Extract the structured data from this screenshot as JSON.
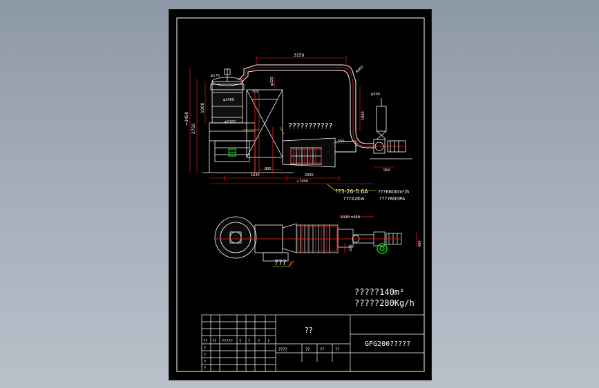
{
  "labels": {
    "dim_3150": "3150",
    "dim_3450": "≈3450",
    "dim_2750": "2750",
    "dim_1000": "1000",
    "dim_170": "φ170",
    "dim_320": "φ320",
    "dim_1400": "φ1400",
    "dim_1100": "φ1100",
    "dim_300": "φ300",
    "dim_1800": "1800",
    "dim_550": "550",
    "dim_950": "950",
    "dim_800": "800",
    "dim_1630": "1630",
    "dim_2000": "2000",
    "dim_7000": "≈7000",
    "dim_500": "500",
    "dim_radius": "R600",
    "dim_ref": "1020 ×650",
    "dim_side": "400",
    "dim_220": "220",
    "equipment_note": "???????????",
    "fan_model": "??3-26-5.6A",
    "fan_power": "???22Kw",
    "air_flow": "???6600m³/h",
    "pressure": "???7600Pa",
    "plan_note": "???",
    "area_spec": "?????140m²",
    "capacity_spec": "?????280Kg/h"
  },
  "title_block": {
    "center": "??",
    "drawing_name": "GFG200?????",
    "row_labels": [
      "??",
      "??",
      "?????",
      "?",
      "?",
      "?",
      "?"
    ],
    "sign_labels": [
      "????",
      "??",
      "??",
      "??"
    ],
    "left_col": [
      "?",
      "?",
      "?",
      "?"
    ]
  },
  "colors": {
    "frame": "#ffffff",
    "dimension": "#ff2020",
    "leader": "#ffff00",
    "outline": "#ffffff",
    "accent": "#00ff00"
  }
}
